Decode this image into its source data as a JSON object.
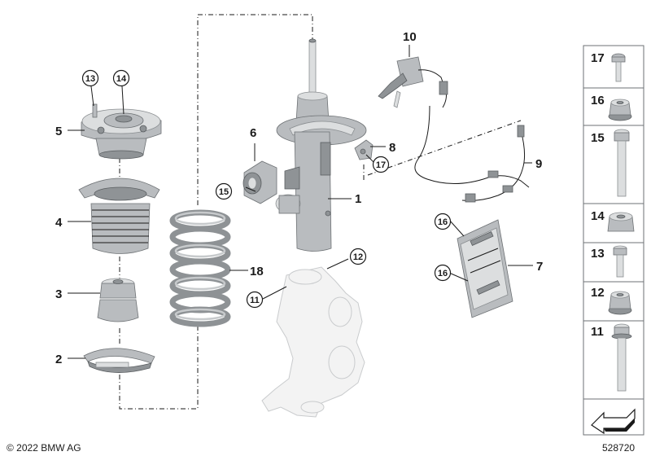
{
  "footer": {
    "copyright": "© 2022 BMW AG",
    "image_number": "528720"
  },
  "callouts": {
    "c1": "1",
    "c2": "2",
    "c3": "3",
    "c4": "4",
    "c5": "5",
    "c6": "6",
    "c7": "7",
    "c8": "8",
    "c9": "9",
    "c10": "10",
    "c11": "11",
    "c12": "12",
    "c13": "13",
    "c14": "14",
    "c15": "15",
    "c16a": "16",
    "c16b": "16",
    "c17": "17",
    "c18": "18"
  },
  "sidebar": {
    "items": [
      {
        "label": "17",
        "icon": "bolt-with-flange-icon"
      },
      {
        "label": "16",
        "icon": "flange-nut-icon"
      },
      {
        "label": "15",
        "icon": "hex-bolt-long-icon"
      },
      {
        "label": "14",
        "icon": "hex-nut-icon"
      },
      {
        "label": "13",
        "icon": "short-bolt-icon"
      },
      {
        "label": "12",
        "icon": "flange-nut-icon"
      },
      {
        "label": "11",
        "icon": "long-bolt-icon"
      }
    ],
    "arrow_icon": "direction-arrow-icon"
  }
}
